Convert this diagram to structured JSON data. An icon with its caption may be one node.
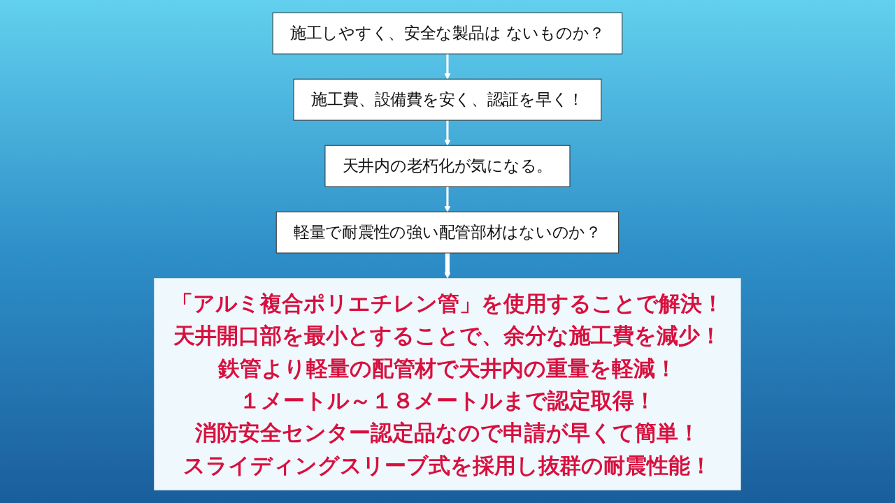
{
  "diagram": {
    "nodes": [
      {
        "text": [
          "施工しやすく、安全な製品は ないものか？"
        ]
      },
      {
        "text": [
          "施工費、設備費を安く、認証を早く！"
        ]
      },
      {
        "text": [
          "天井内の老朽化が気になる。"
        ]
      },
      {
        "text": [
          "軽量で耐震性の強い配管部材はないのか？"
        ]
      },
      {
        "text": [
          "「アルミ複合ポリエチレン管」を使用することで解決！",
          "天井開口部を最小とすることで、余分な施工費を減少！",
          "鉄管より軽量の配管材で天井内の重量を軽減！",
          "１メートル～１８メートルまで認定取得！",
          "消防安全センター認定品なので申請が早くて簡単！",
          "スライディングスリーブ式を採用し抜群の耐震性能！"
        ]
      }
    ],
    "edges": [
      {
        "from": 0,
        "to": 1,
        "arrow": "to"
      },
      {
        "from": 1,
        "to": 2,
        "arrow": "to"
      },
      {
        "from": 2,
        "to": 3,
        "arrow": "to"
      },
      {
        "from": 3,
        "to": 4,
        "arrow": "to",
        "style": "thick"
      }
    ]
  }
}
